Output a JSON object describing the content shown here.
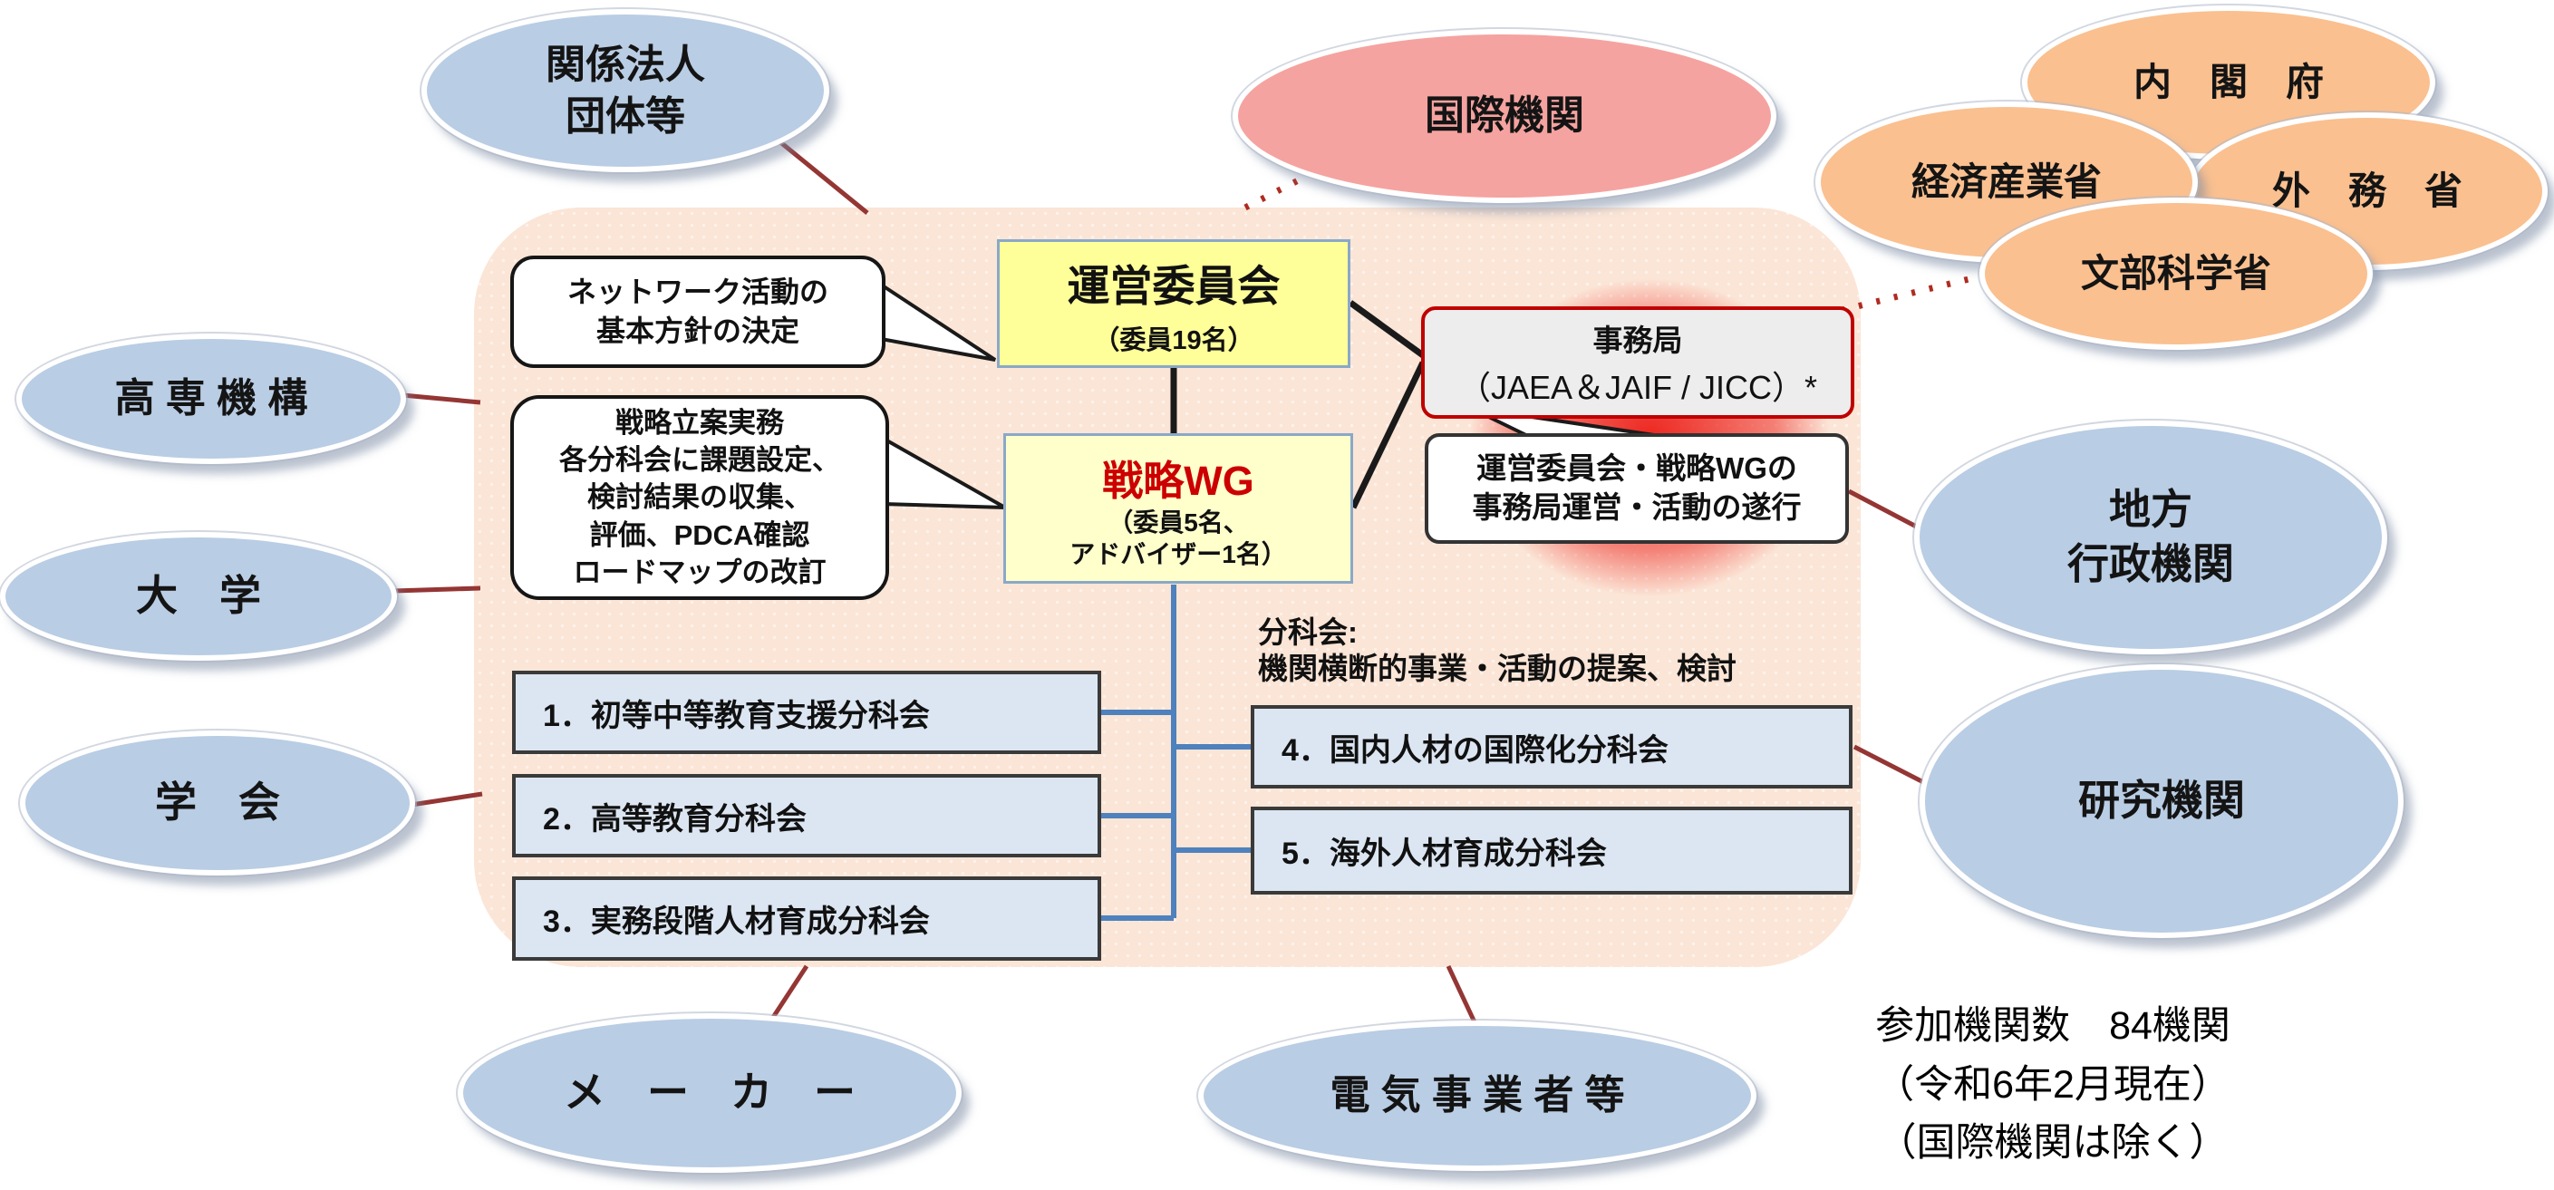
{
  "colors": {
    "panel_background": "#fbe5d6",
    "blue_ellipse": "#b9cde4",
    "pink_ellipse": "#f5a3a0",
    "orange_ellipse": "#fac090",
    "steering_box": "#ffff99",
    "strategy_box": "#ffffcc",
    "subcommittee_box": "#dce6f2",
    "secretariat_border": "#c00000",
    "strategy_title_text": "#cc0000",
    "blue_connector": "#4f81bd",
    "red_connector": "#943634",
    "dotted_connector": "#b02b20"
  },
  "ellipses": {
    "related_orgs": {
      "lines": [
        "関係法人",
        "団体等"
      ]
    },
    "kosen": {
      "label": "高 専 機 構"
    },
    "university": {
      "label": "大　学"
    },
    "academic": {
      "label": "学　会"
    },
    "maker": {
      "label": "メ　ー　カ　ー"
    },
    "electric": {
      "label": "電 気 事 業 者 等"
    },
    "local_gov": {
      "lines": [
        "地方",
        "行政機関"
      ]
    },
    "research": {
      "label": "研究機関"
    },
    "international": {
      "label": "国際機関"
    },
    "cabinet_office": {
      "label": "内　閣　府"
    },
    "meti": {
      "label": "経済産業省"
    },
    "mofa": {
      "label": "外　務　省"
    },
    "mext": {
      "label": "文部科学省"
    }
  },
  "boxes": {
    "steering": {
      "title": "運営委員会",
      "subtitle": "（委員19名）"
    },
    "strategy": {
      "title": "戦略WG",
      "subtitle1": "（委員5名、",
      "subtitle2": "アドバイザー1名）"
    },
    "secretariat": {
      "title": "事務局",
      "subtitle": "（JAEA＆JAIF / JICC）*"
    }
  },
  "callouts": {
    "network": {
      "lines": [
        "ネットワーク活動の",
        "基本方針の決定"
      ]
    },
    "strategy_tasks": {
      "lines": [
        "戦略立案実務",
        "各分科会に課題設定、",
        "検討結果の収集、",
        "評価、PDCA確認",
        "ロードマップの改訂"
      ]
    },
    "secretariat_role": {
      "lines": [
        "運営委員会・戦略WGの",
        "事務局運営・活動の遂行"
      ]
    }
  },
  "subcommittees": {
    "heading": [
      "分科会:",
      "機関横断的事業・活動の提案、検討"
    ],
    "items": [
      "1．初等中等教育支援分科会",
      "2．高等教育分科会",
      "3．実務段階人材育成分科会",
      "4．国内人材の国際化分科会",
      "5．海外人材育成分科会"
    ]
  },
  "note": {
    "lines": [
      "参加機関数　84機関",
      "（令和6年2月現在）",
      "（国際機関は除く）"
    ]
  }
}
